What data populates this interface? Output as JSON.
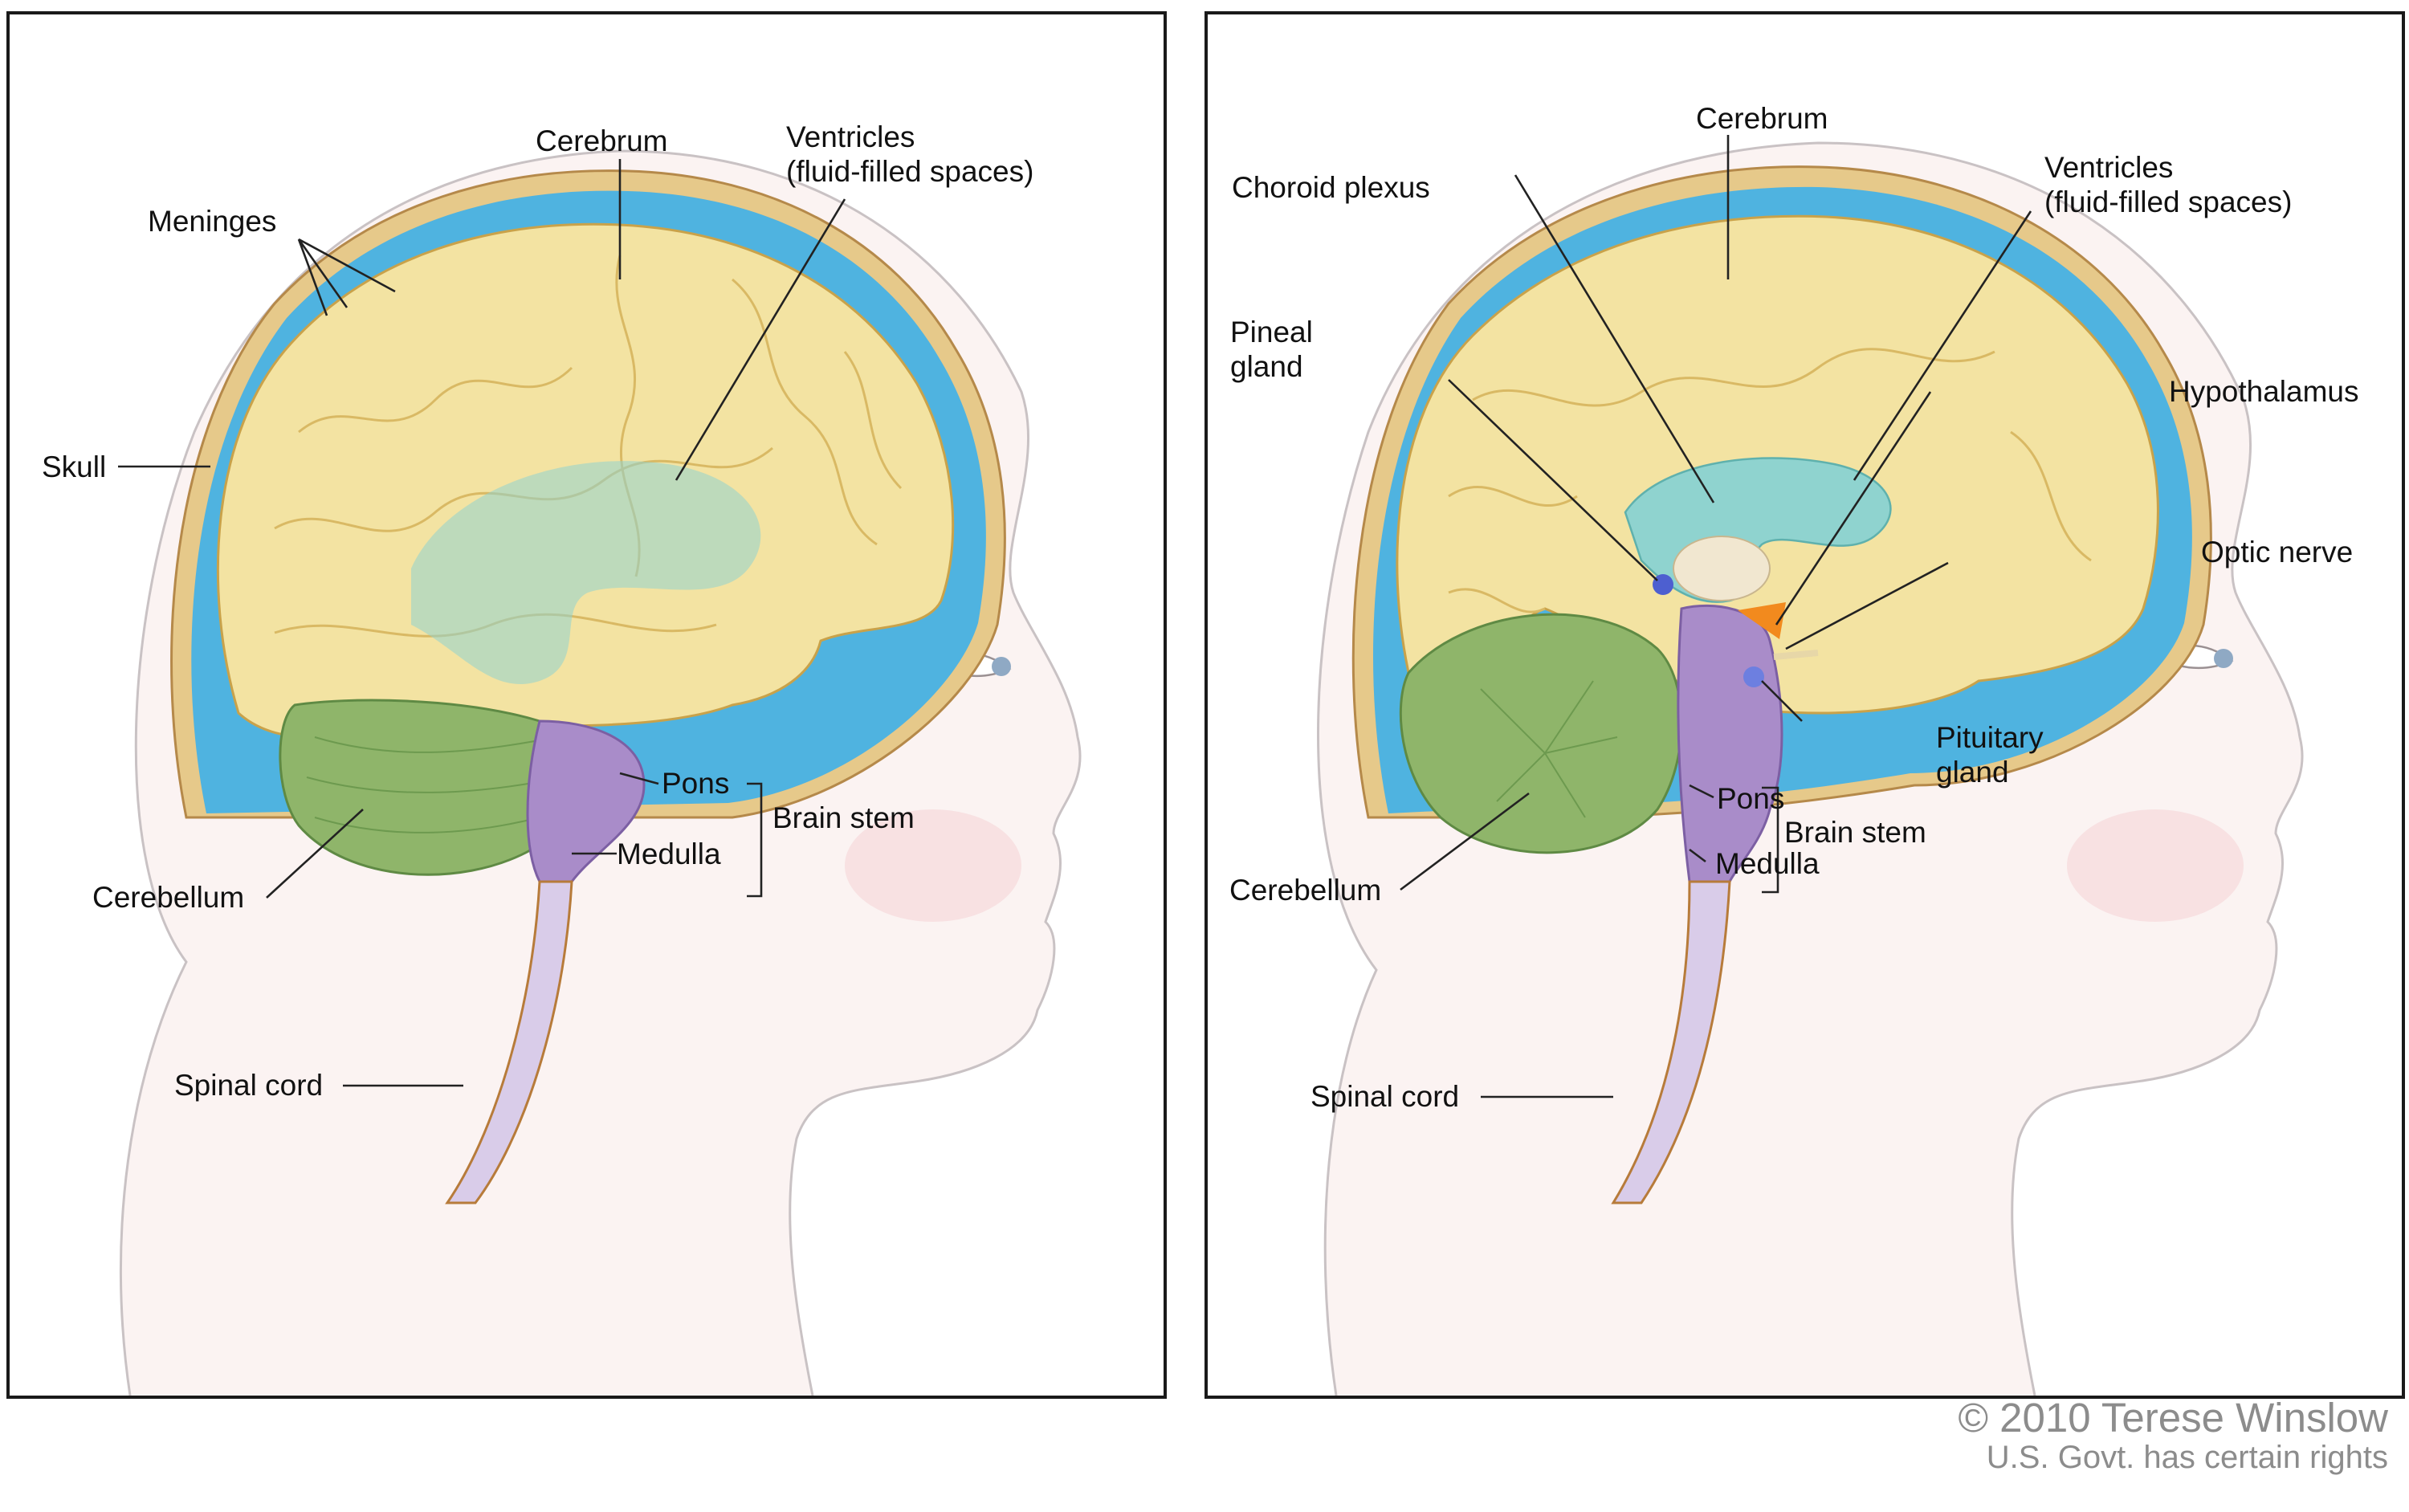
{
  "left_panel": {
    "labels": {
      "cerebrum": "Cerebrum",
      "ventricles_1": "Ventricles",
      "ventricles_2": "(fluid-filled spaces)",
      "meninges": "Meninges",
      "skull": "Skull",
      "pons": "Pons",
      "medulla": "Medulla",
      "brain_stem": "Brain stem",
      "cerebellum": "Cerebellum",
      "spinal_cord": "Spinal cord"
    }
  },
  "right_panel": {
    "labels": {
      "cerebrum": "Cerebrum",
      "choroid_plexus": "Choroid plexus",
      "ventricles_1": "Ventricles",
      "ventricles_2": "(fluid-filled spaces)",
      "pineal_1": "Pineal",
      "pineal_2": "gland",
      "hypothalamus": "Hypothalamus",
      "optic_nerve": "Optic nerve",
      "pituitary_1": "Pituitary",
      "pituitary_2": "gland",
      "pons": "Pons",
      "medulla": "Medulla",
      "brain_stem": "Brain stem",
      "cerebellum": "Cerebellum",
      "spinal_cord": "Spinal cord"
    }
  },
  "credit": {
    "line1": "© 2010 Terese Winslow",
    "line2": "U.S. Govt. has certain rights"
  },
  "colors": {
    "cerebrum": "#f3e3a2",
    "cerebellum": "#8fb56a",
    "brain_stem": "#a98cc9",
    "ventricles": "#8fd3cf",
    "skull": "#e6c98a",
    "csf": "#4fb3e0",
    "skin_outline": "#c9c2c4"
  }
}
